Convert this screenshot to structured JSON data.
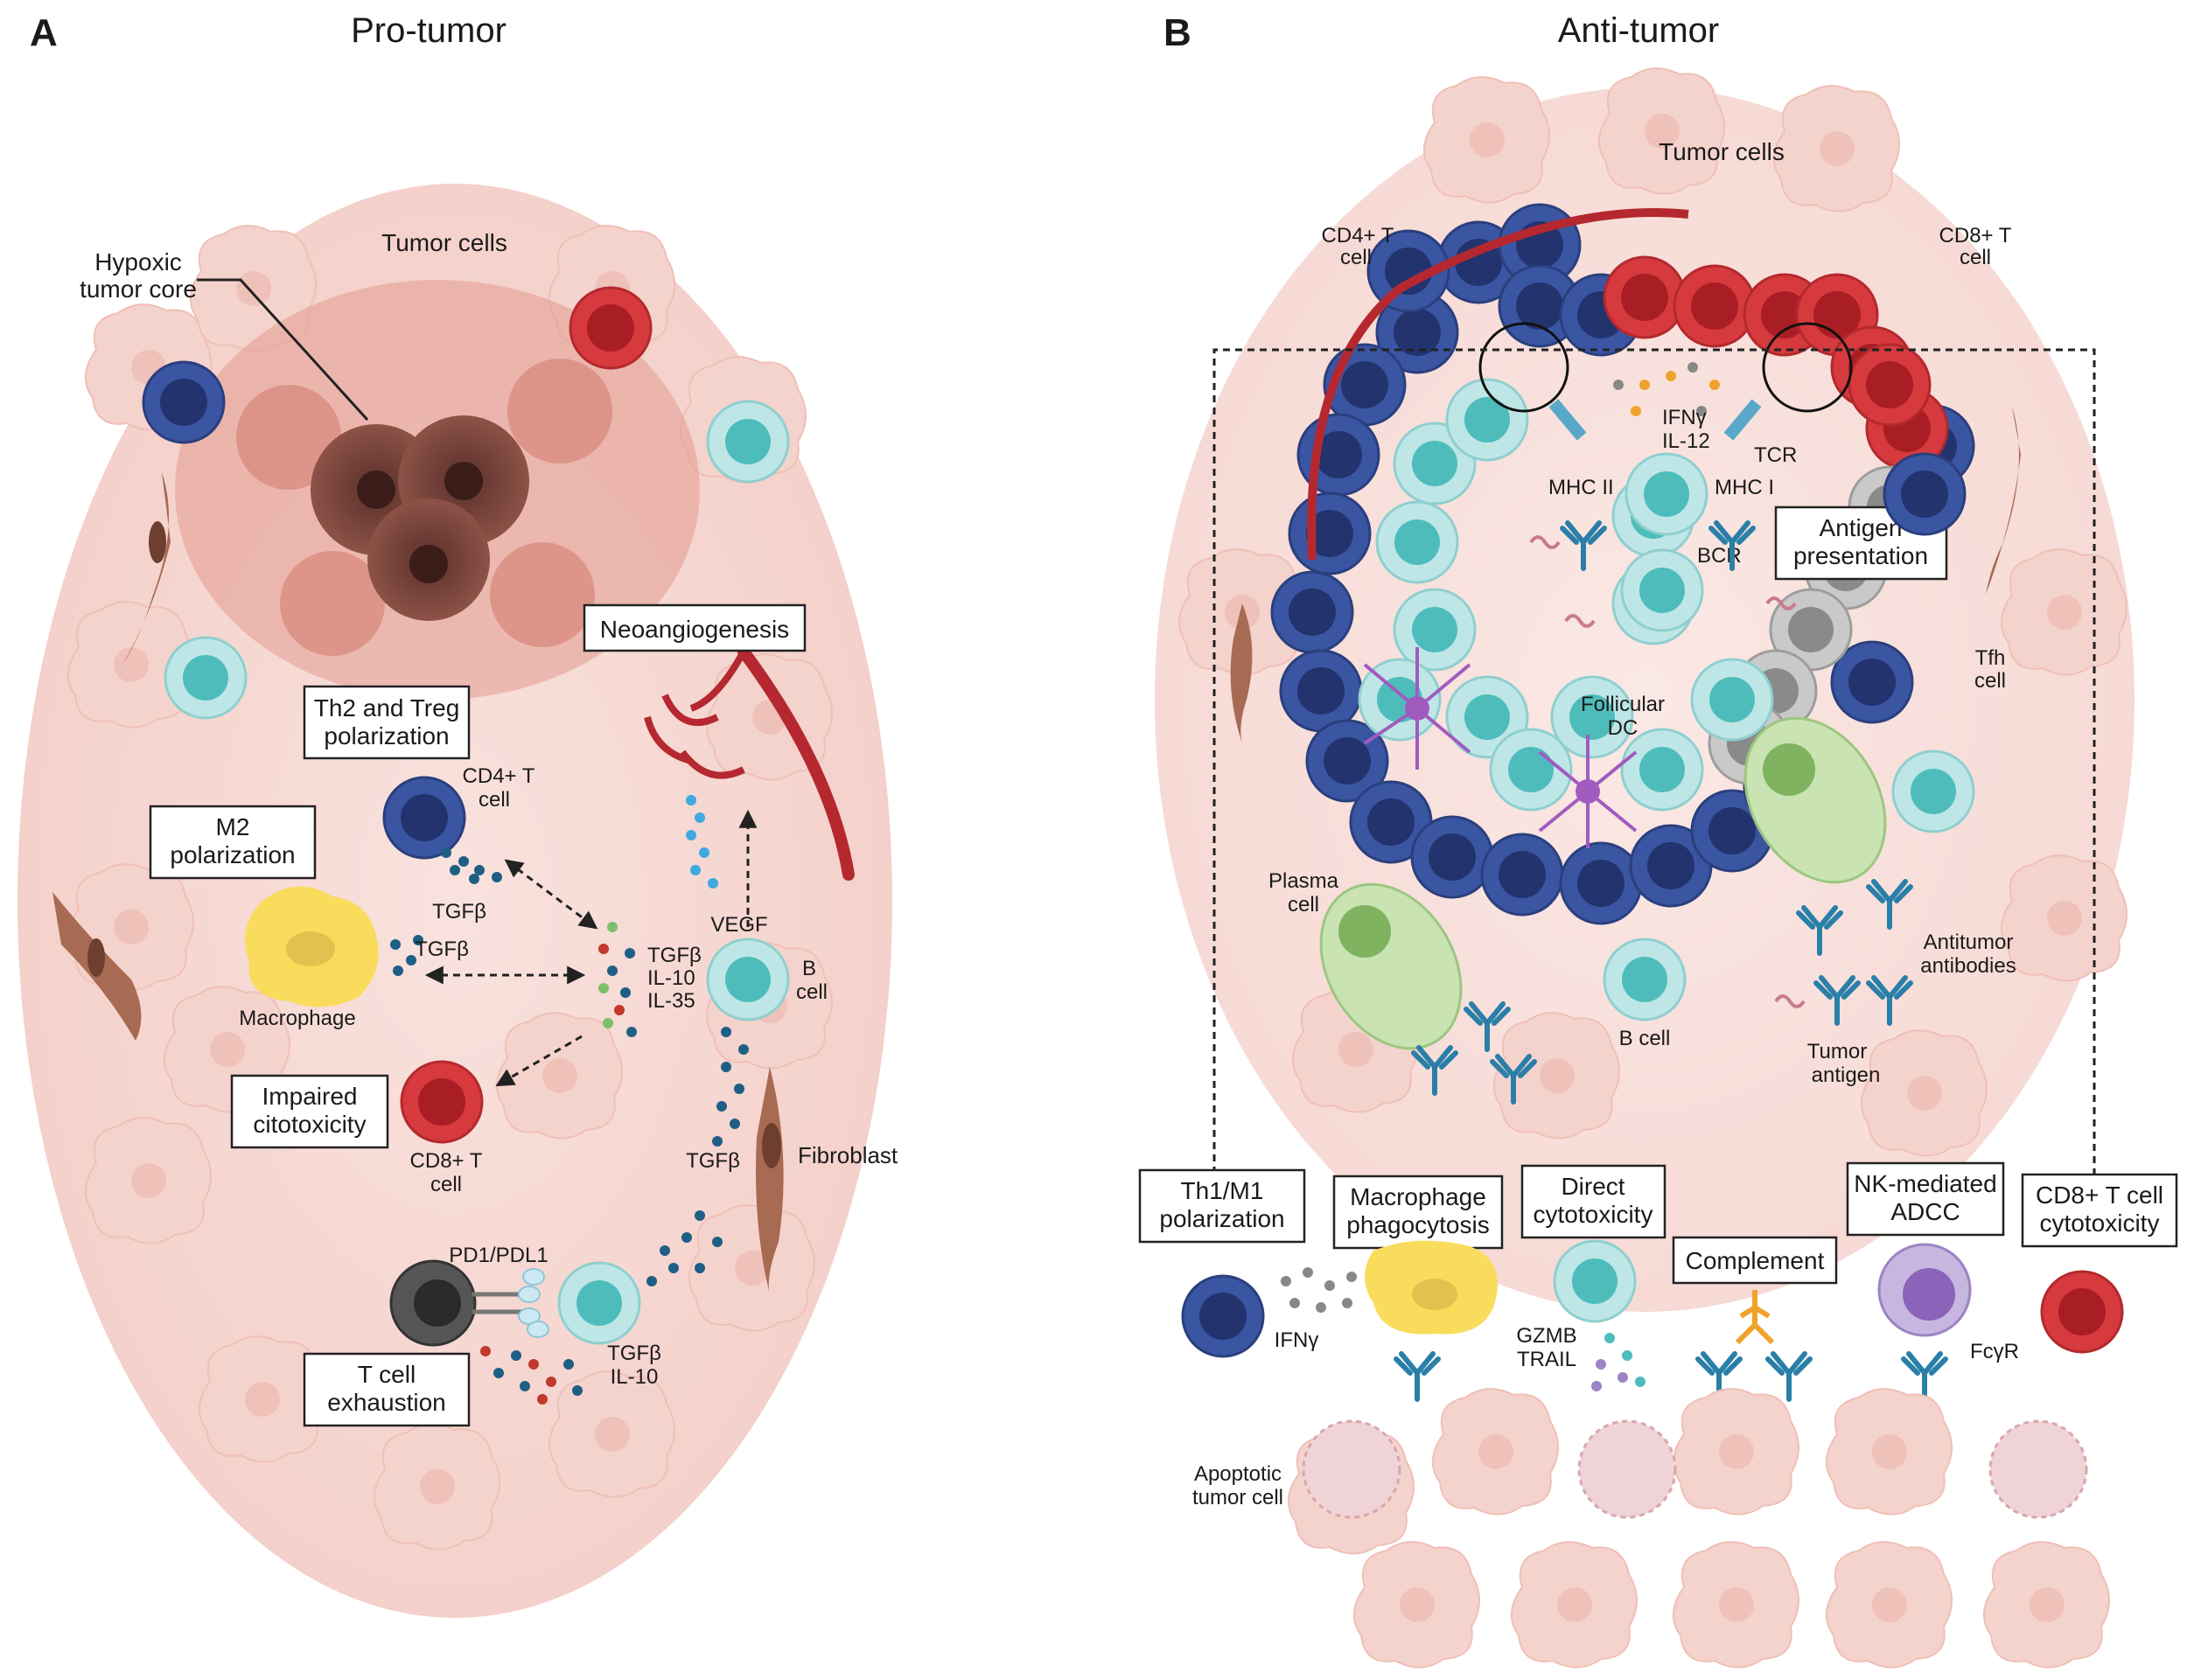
{
  "panel_a": {
    "letter": "A",
    "title": "Pro-tumor",
    "labels": {
      "tumor_cells": "Tumor cells",
      "hypoxic_1": "Hypoxic",
      "hypoxic_2": "tumor core",
      "cd4_1": "CD4+ T",
      "cd4_2": "cell",
      "tgfb_cd4": "TGFβ",
      "tgfb_mac": "TGFβ",
      "macrophage": "Macrophage",
      "cyt_tgfb": "TGFβ",
      "cyt_il10": "IL-10",
      "cyt_il35": "IL-35",
      "vegf": "VEGF",
      "bcell_1": "B",
      "bcell_2": "cell",
      "cd8_1": "CD8+ T",
      "cd8_2": "cell",
      "tgfb_fib": "TGFβ",
      "fibroblast": "Fibroblast",
      "pd1": "PD1/PDL1",
      "bot_tgfb": "TGFβ",
      "bot_il10": "IL-10"
    },
    "boxes": {
      "neo": "Neoangiogenesis",
      "th2_1": "Th2 and Treg",
      "th2_2": "polarization",
      "m2_1": "M2",
      "m2_2": "polarization",
      "imp_1": "Impaired",
      "imp_2": "citotoxicity",
      "exh_1": "T cell",
      "exh_2": "exhaustion"
    }
  },
  "panel_b": {
    "letter": "B",
    "title": "Anti-tumor",
    "labels": {
      "tumor_cells": "Tumor cells",
      "cd4_1": "CD4+ T",
      "cd4_2": "cell",
      "cd8_1": "CD8+ T",
      "cd8_2": "cell",
      "ifng": "IFNγ",
      "il12": "IL-12",
      "mhc2": "MHC II",
      "mhc1": "MHC I",
      "tcr": "TCR",
      "bcr": "BCR",
      "tfh_1": "Tfh",
      "tfh_2": "cell",
      "fdc_1": "Follicular",
      "fdc_2": "DC",
      "plasma_1": "Plasma",
      "plasma_2": "cell",
      "bcell": "B cell",
      "antibodies_1": "Antitumor",
      "antibodies_2": "antibodies",
      "antigen_1": "Tumor",
      "antigen_2": "antigen",
      "ifng_bottom": "IFNγ",
      "gzmb": "GZMB",
      "trail": "TRAIL",
      "fcgr": "FcγR",
      "apop_1": "Apoptotic",
      "apop_2": "tumor cell"
    },
    "boxes": {
      "antigen_1": "Antigen",
      "antigen_2": "presentation",
      "th1_1": "Th1/M1",
      "th1_2": "polarization",
      "mac_1": "Macrophage",
      "mac_2": "phagocytosis",
      "dir_1": "Direct",
      "dir_2": "cytotoxicity",
      "comp": "Complement",
      "nk_1": "NK-mediated",
      "nk_2": "ADCC",
      "cd8_1": "CD8+ T cell",
      "cd8_2": "cytotoxicity"
    }
  },
  "colors": {
    "tumor": "#f4c9c2",
    "tumor_dark": "#d98c80",
    "core": "#6b3b33",
    "cd4": "#3a55a2",
    "cd4_nucleus": "#22336e",
    "cd8": "#d63a3e",
    "cd8_nucleus": "#a91e24",
    "bcell": "#bfe6e6",
    "bcell_nucleus": "#4fbcbc",
    "macrophage": "#f9dc5c",
    "fibroblast": "#a76a52",
    "vessel": "#b5282f",
    "tfh": "#bdbdbd",
    "plasma": "#a8d08d",
    "fdc": "#a15bbf",
    "antibody": "#2a7fa8",
    "antigen": "#c97a8e",
    "nk": "#9d83c4"
  }
}
